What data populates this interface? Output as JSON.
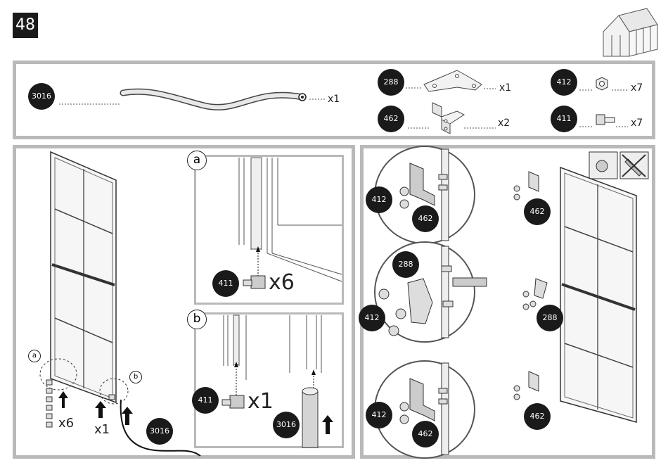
{
  "step_number": "48",
  "parts": [
    {
      "code": "3016",
      "qty": "x1"
    },
    {
      "code": "288",
      "qty": "x1"
    },
    {
      "code": "462",
      "qty": "x2"
    },
    {
      "code": "412",
      "qty": "x7"
    },
    {
      "code": "411",
      "qty": "x7"
    }
  ],
  "left": {
    "detail_a": "a",
    "detail_b": "b",
    "qty_a": "x6",
    "qty_b": "x1",
    "hose_code": "3016"
  },
  "inset_a": {
    "label": "a",
    "code": "411",
    "qty": "x6"
  },
  "inset_b": {
    "label": "b",
    "code": "411",
    "qty": "x1",
    "rail_code": "3016"
  },
  "right": {
    "circles": [
      {
        "nut": "412",
        "bracket": "462"
      },
      {
        "nut": "412",
        "bracket": "288"
      },
      {
        "nut": "412",
        "bracket": "462"
      }
    ],
    "assembly": [
      "462",
      "288",
      "462"
    ]
  }
}
